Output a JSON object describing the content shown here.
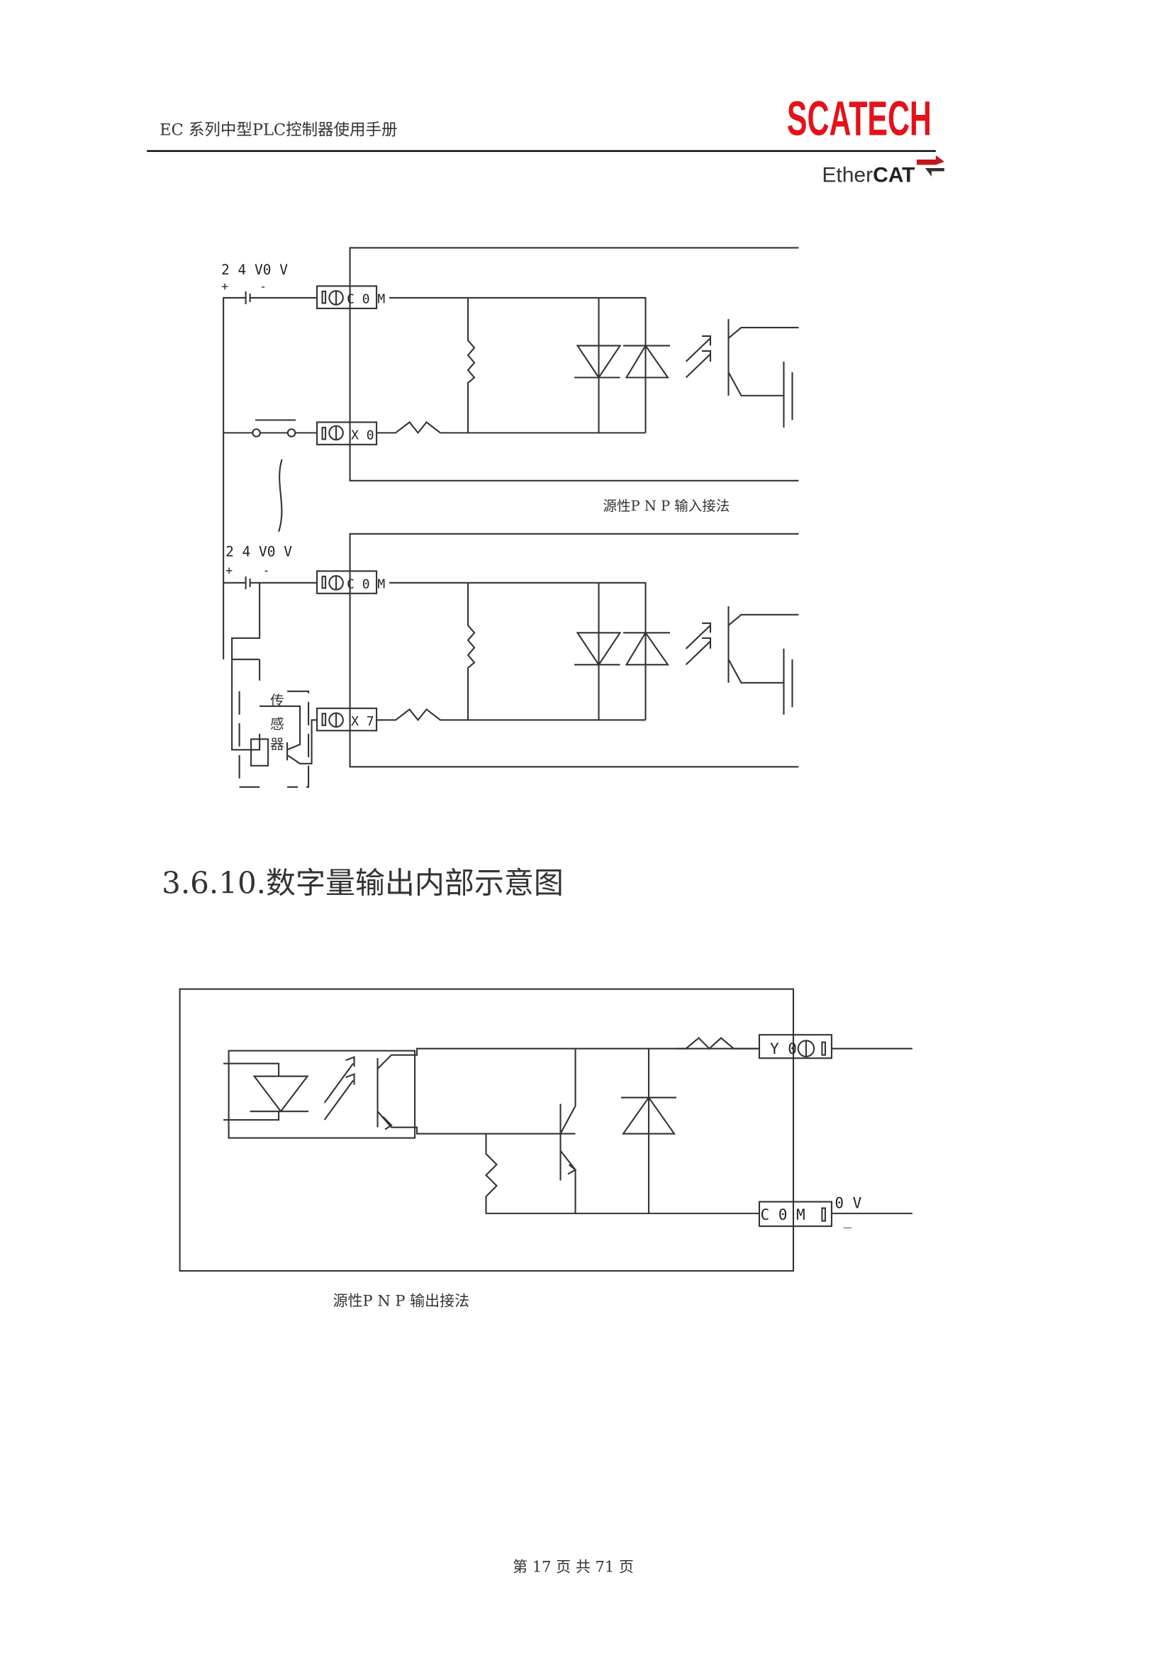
{
  "header": {
    "title": "EC 系列中型PLC控制器使用手册",
    "logo_text": "SCATECH",
    "ethercat_logo": {
      "prefix": "Ether",
      "suffix": "CAT"
    }
  },
  "input_diagram": {
    "supply_label": "2 4 V0 V",
    "plus": "+",
    "minus": "-",
    "com_terminal": "C 0 M",
    "x0_terminal": "X 0",
    "x7_terminal": "X 7",
    "sensor_label": [
      "传",
      "感",
      "器"
    ],
    "caption": "源性P N P 输入接法"
  },
  "section_heading": "3.6.10.数字量输出内部示意图",
  "output_diagram": {
    "y0_terminal": "Y 0",
    "com_terminal": "C 0 M",
    "zero_v": "0 V",
    "minus": "_",
    "caption": "源性P N P 输出接法"
  },
  "footer": {
    "page_text": "第 17 页 共 71 页"
  },
  "colors": {
    "brand_red": "#e3121b"
  }
}
